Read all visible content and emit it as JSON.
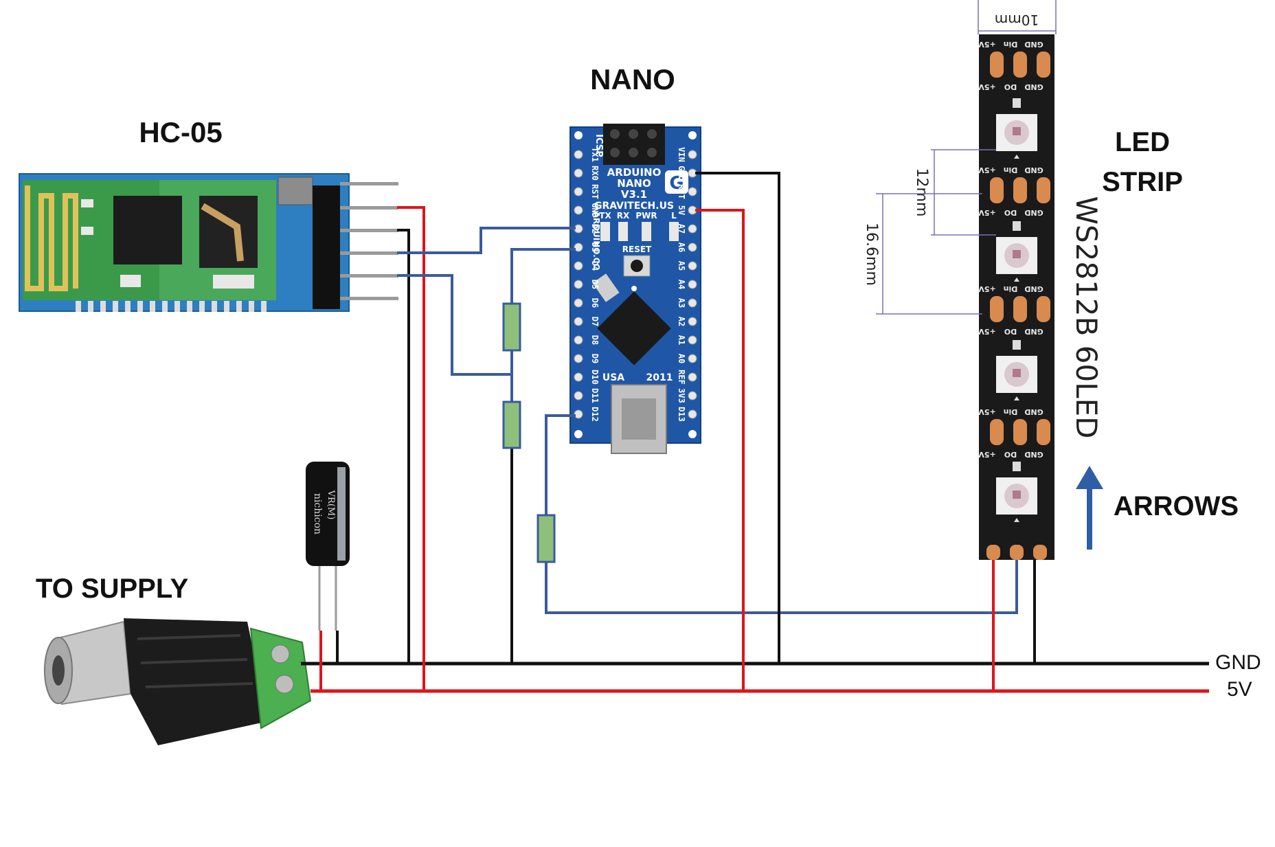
{
  "labels": {
    "hc05": "HC-05",
    "nano": "NANO",
    "led_strip_line1": "LED",
    "led_strip_line2": "STRIP",
    "arrows": "ARROWS",
    "to_supply": "TO SUPPLY",
    "gnd": "GND",
    "v5": "5V"
  },
  "nano_board": {
    "brand": "ARDUINO",
    "model": "NANO",
    "version": "V3.1",
    "maker": "GRAVITECH.US",
    "site": "ARDUINO.CC",
    "origin": "USA",
    "year": "2011",
    "icsp": "ICSP",
    "reset": "RESET",
    "leds": [
      "TX",
      "RX",
      "PWR",
      "L"
    ],
    "left_pins": [
      "TX1",
      "RX0",
      "RST",
      "GND",
      "D2",
      "D3",
      "D4",
      "D5",
      "D6",
      "D7",
      "D8",
      "D9",
      "D10",
      "D11",
      "D12"
    ],
    "right_pins": [
      "VIN",
      "GND",
      "RST",
      "5V",
      "A7",
      "A6",
      "A5",
      "A4",
      "A3",
      "A2",
      "A1",
      "A0",
      "REF",
      "3V3",
      "D13"
    ]
  },
  "led_strip": {
    "model": "WS2812B 60LED",
    "width_dim": "10mm",
    "pitch_dim": "12mm",
    "height_dim": "16.6mm",
    "pad_top": [
      "GND",
      "Din",
      "+5V"
    ],
    "pad_bottom": [
      "GND",
      "DO",
      "+5V"
    ]
  },
  "capacitor": {
    "brand": "nichicon",
    "series": "VR(M)"
  },
  "colors": {
    "gnd_wire": "#111111",
    "vcc_wire": "#e0141b",
    "signal_wire": "#3b5b9a",
    "resistor": "#8ec07c",
    "nano_pcb": "#1f57a6",
    "hc05_pcb": "#2d7fc1",
    "strip": "#1a1a1a",
    "pad": "#d98a4e",
    "arrow": "#2e5ea6"
  }
}
